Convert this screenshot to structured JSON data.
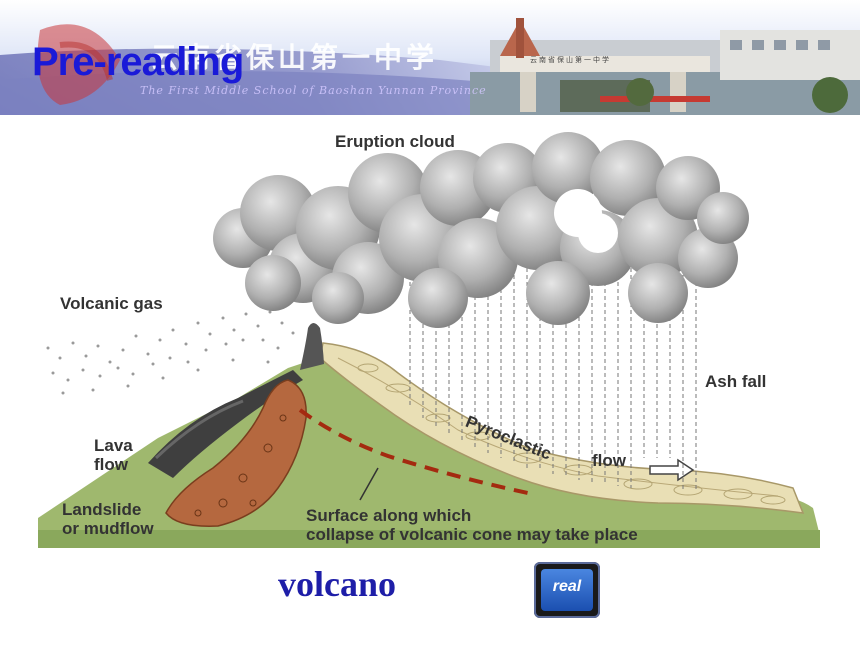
{
  "header": {
    "title": "Pre-reading",
    "school_name_cn": "云南省保山第一中学",
    "school_name_en": "The First Middle School of Baoshan Yunnan Province",
    "gate_sign": "云南省保山第一中学"
  },
  "diagram": {
    "labels": {
      "eruption_cloud": "Eruption cloud",
      "volcanic_gas": "Volcanic gas",
      "ash_fall": "Ash fall",
      "lava_flow": "Lava\nflow",
      "pyroclastic": "Pyroclastic",
      "flow": "flow",
      "landslide": "Landslide\nor mudflow",
      "surface": "Surface along which\ncollapse of volcanic cone may take place"
    },
    "colors": {
      "ground": "#9fb86e",
      "lava": "#b5683f",
      "pyroclastic": "#e9dfb5",
      "cloud": "#b4b4b4",
      "dashed_line": "#a42a10"
    }
  },
  "footer": {
    "word": "volcano",
    "media_button_label": "real"
  }
}
